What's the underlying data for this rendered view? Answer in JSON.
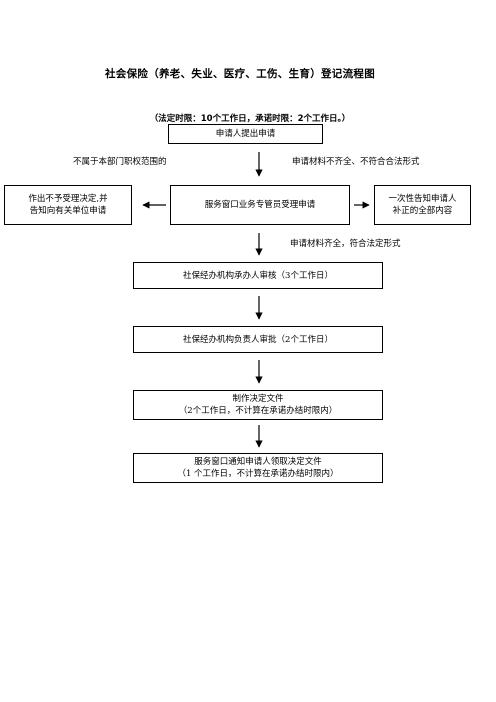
{
  "title": "社会保险（养老、失业、医疗、工伤、生育）登记流程图",
  "subtitle": "（法定时限：10个工作日，承诺时限：2个工作日。）",
  "boxes": {
    "apply": "申请人提出申请",
    "accept": "服务窗口业务专管员受理申请",
    "reject_line1": "作出不予受理决定,并",
    "reject_line2": "告知向有关单位申请",
    "notify_line1": "一次性告知申请人",
    "notify_line2": "补正的全部内容",
    "review": "社保经办机构承办人审核（3个工作日）",
    "approve": "社保经办机构负责人审批（2个工作日）",
    "decision_line1": "制作决定文件",
    "decision_line2": "（2个工作日，不计算在承诺办结时限内）",
    "collect_line1": "服务窗口通知申请人领取决定文件",
    "collect_line2": "（1 个工作日，不计算在承诺办结时限内）"
  },
  "labels": {
    "not_in_scope": "不属于本部门职权范围的",
    "incomplete": "申请材料不齐全、不符合合法形式",
    "complete": "申请材料齐全，符合法定形式"
  }
}
